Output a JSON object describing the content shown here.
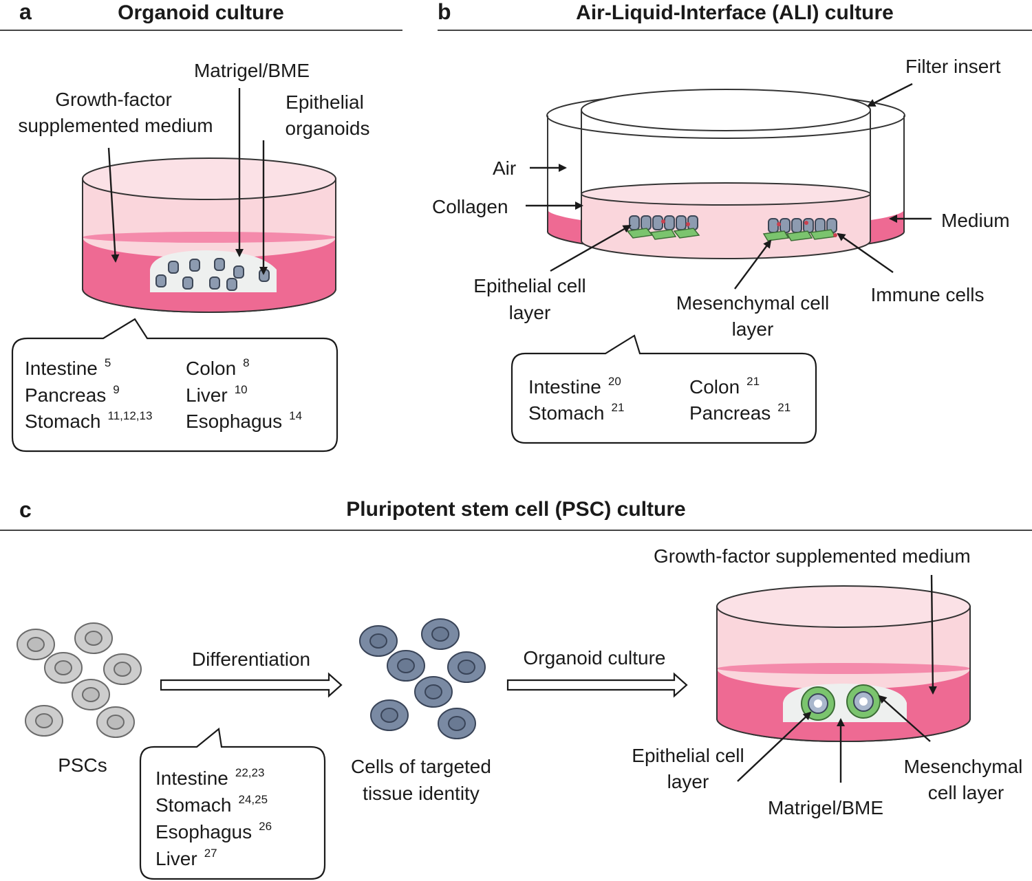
{
  "panel_a": {
    "letter": "a",
    "title": "Organoid culture",
    "labels": {
      "medium_line1": "Growth-factor",
      "medium_line2": "supplemented medium",
      "matrigel": "Matrigel/BME",
      "organoids_line1": "Epithelial",
      "organoids_line2": "organoids"
    },
    "tissues": [
      {
        "name": "Intestine",
        "ref": "5"
      },
      {
        "name": "Colon",
        "ref": "8"
      },
      {
        "name": "Pancreas",
        "ref": "9"
      },
      {
        "name": "Liver",
        "ref": "10"
      },
      {
        "name": "Stomach",
        "ref": "11,12,13"
      },
      {
        "name": "Esophagus",
        "ref": "14"
      }
    ]
  },
  "panel_b": {
    "letter": "b",
    "title": "Air-Liquid-Interface (ALI) culture",
    "labels": {
      "filter_insert": "Filter insert",
      "air": "Air",
      "collagen": "Collagen",
      "medium": "Medium",
      "epithelial_line1": "Epithelial cell",
      "epithelial_line2": "layer",
      "mesenchymal_line1": "Mesenchymal cell",
      "mesenchymal_line2": "layer",
      "immune": "Immune cells"
    },
    "tissues": [
      {
        "name": "Intestine",
        "ref": "20"
      },
      {
        "name": "Colon",
        "ref": "21"
      },
      {
        "name": "Stomach",
        "ref": "21"
      },
      {
        "name": "Pancreas",
        "ref": "21"
      }
    ]
  },
  "panel_c": {
    "letter": "c",
    "title": "Pluripotent stem cell (PSC) culture",
    "labels": {
      "pscs": "PSCs",
      "differentiation": "Differentiation",
      "targeted_line1": "Cells of targeted",
      "targeted_line2": "tissue identity",
      "organoid_culture": "Organoid culture",
      "medium": "Growth-factor supplemented medium",
      "epithelial_line1": "Epithelial cell",
      "epithelial_line2": "layer",
      "matrigel": "Matrigel/BME",
      "mesenchymal_line1": "Mesenchymal",
      "mesenchymal_line2": "cell layer"
    },
    "tissues": [
      {
        "name": "Intestine",
        "ref": "22,23"
      },
      {
        "name": "Stomach",
        "ref": "24,25"
      },
      {
        "name": "Esophagus",
        "ref": "26"
      },
      {
        "name": "Liver",
        "ref": "27"
      }
    ]
  },
  "colors": {
    "medium_pink": "#ee6a93",
    "dish_pink": "#fad6dc",
    "gel": "#eef0ef",
    "psc_gray": "#cdcdcd",
    "target_blue": "#7a8aa3",
    "mesenchymal_green": "#7bc46e"
  }
}
